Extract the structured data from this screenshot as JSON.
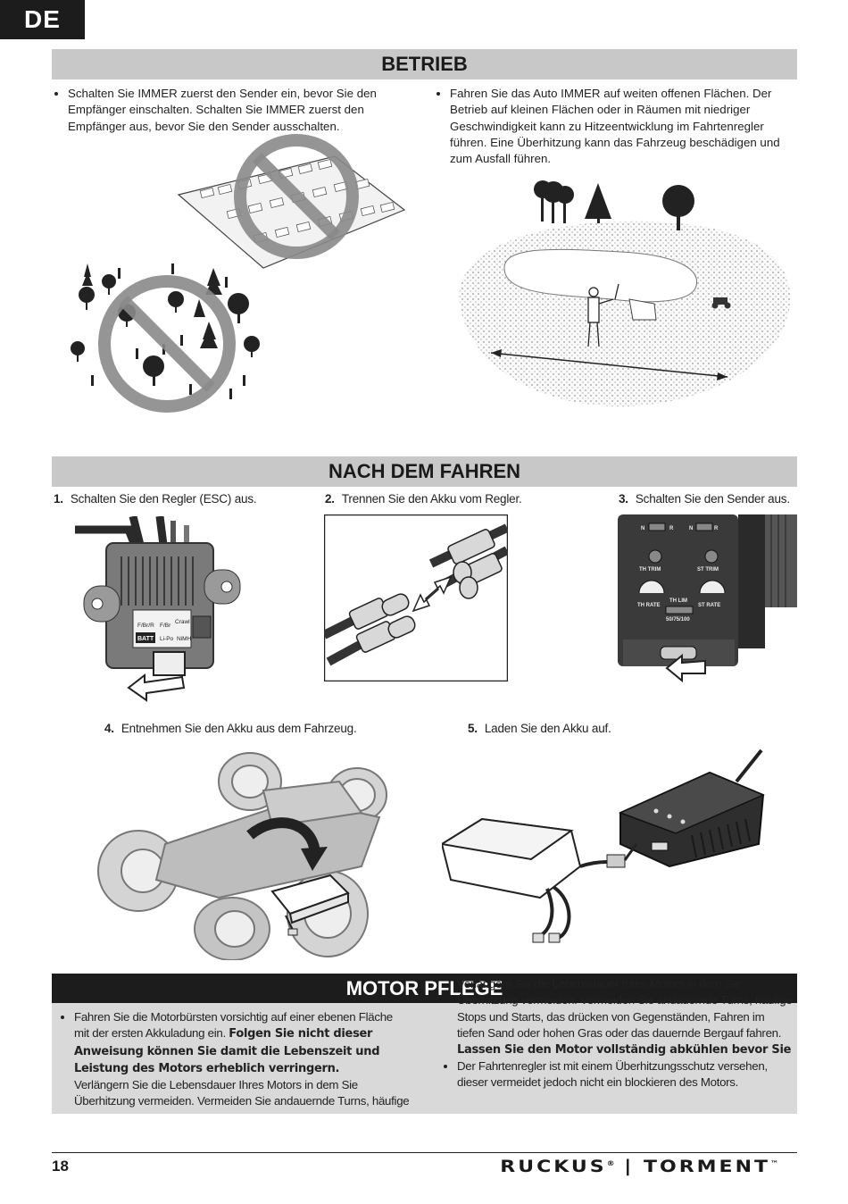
{
  "lang_tab": "DE",
  "betrieb": {
    "title": "BETRIEB",
    "left_bullet": "Schalten Sie IMMER zuerst den Sender ein, bevor Sie den Empfänger einschalten. Schalten Sie IMMER zuerst den Empfänger aus, bevor Sie den Sender ausschalten.",
    "right_bullet": "Fahren Sie das Auto IMMER auf weiten offenen Flächen. Der Betrieb auf kleinen Flächen oder in Räumen mit niedriger Geschwindigkeit kann zu Hitzeentwicklung im Fahrtenregler führen. Eine Überhitzung kann das Fahrzeug beschädigen und zum Ausfall führen."
  },
  "nach_dem_fahren": {
    "title": "NACH DEM FAHREN",
    "steps": [
      {
        "num": "1.",
        "text": "Schalten Sie den Regler (ESC) aus."
      },
      {
        "num": "2.",
        "text": "Trennen Sie den Akku vom Regler."
      },
      {
        "num": "3.",
        "text": "Schalten Sie den Sender aus."
      },
      {
        "num": "4.",
        "text": "Entnehmen Sie den Akku aus dem Fahrzeug."
      },
      {
        "num": "5.",
        "text": "Laden Sie den Akku auf."
      }
    ],
    "esc_labels": {
      "f_br_r": "F/Br/R",
      "f_br": "F/Br",
      "crawl": "Crawl",
      "batt": "BATT",
      "lipo": "Li-Po",
      "nimh": "NiMH"
    },
    "tx_labels": {
      "n1": "N",
      "r1": "R",
      "n2": "N",
      "r2": "R",
      "th_trim": "TH TRIM",
      "st_trim": "ST TRIM",
      "th_lim": "TH LIM",
      "th_rate": "TH RATE",
      "st_rate": "ST RATE",
      "lim_values": "50/75/100"
    }
  },
  "motor_pflege": {
    "title": "MOTOR PFLEGE",
    "b1_text": "Fahren Sie die Motorbürsten vorsichtig auf einer ebenen Fläche mit der ersten Akkuladung ein.",
    "b1_bold": "Folgen Sie nicht dieser Anweisung können Sie damit die Lebenszeit und Leistung des Motors erheblich verringern.",
    "b2_text": "Verlängern Sie die Lebensdauer Ihres Motors in dem Sie Überhitzung vermeiden. Vermeiden Sie andauernde Turns, häufige Stops und Starts, das drücken von Gegenständen, Fahren im tiefen Sand oder hohen Gras oder das dauernde Bergauf fahren.",
    "b2_bold": "Lassen Sie den Motor vollständig abkühlen bevor Sie das Fahrzeug fahren.",
    "b3_text": "Der Fahrtenregler ist mit einem Überhitzungsschutz versehen, dieser vermeidet jedoch nicht ein blockieren des Motors."
  },
  "footer": {
    "page_number": "18",
    "brand": "RUCKUS",
    "brand_mark": "®",
    "separator": "|",
    "model": "TORMENT",
    "tm": "™"
  }
}
